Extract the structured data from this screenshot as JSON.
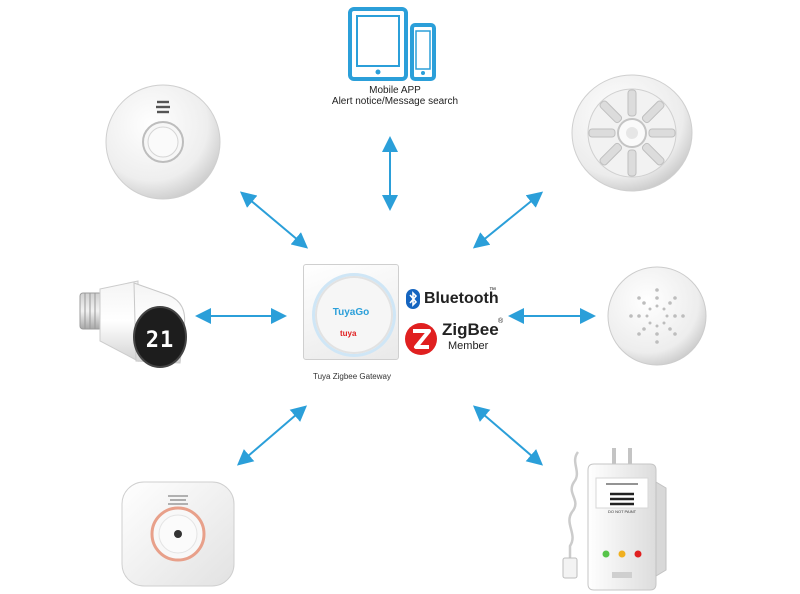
{
  "mobile_app": {
    "title": "Mobile APP",
    "subtitle": "Alert notice/Message search"
  },
  "gateway": {
    "brand": "TuyaGo",
    "logo": "tuya",
    "caption": "Tuya Zigbee Gateway"
  },
  "bluetooth": {
    "label": "Bluetooth",
    "mark": "™"
  },
  "zigbee": {
    "label": "ZigBee",
    "mark": "®",
    "sub": "Member"
  },
  "thermostat": {
    "display": "21"
  },
  "gas_detector": {
    "label": "DO NOT PAINT"
  },
  "devices": [
    "smoke-detector",
    "heat-detector",
    "radiator-thermostat",
    "sound-siren",
    "co-alarm",
    "gas-detector"
  ],
  "colors": {
    "arrow": "#2b9fd9",
    "tablet": "#2b9fd9",
    "accent_red": "#e02020"
  }
}
